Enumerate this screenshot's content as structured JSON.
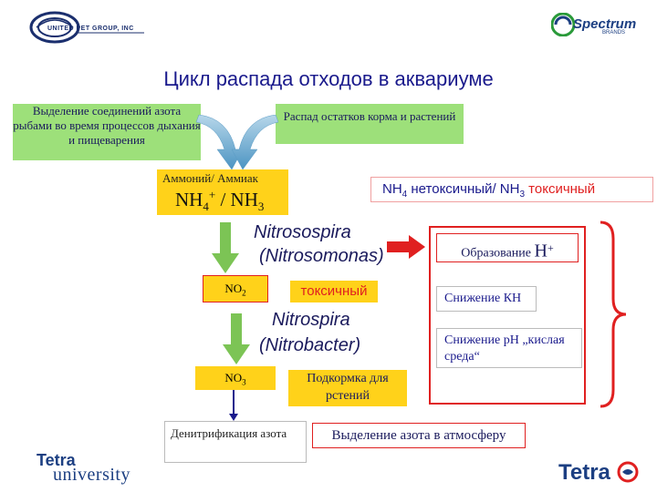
{
  "logos": {
    "top_left_text": "UNITED PET GROUP, INC",
    "top_right_name": "Spectrum",
    "top_right_sub": "BRANDS",
    "bottom_left_brand": "Tetra",
    "bottom_left_sub": "university",
    "bottom_right_brand": "Tetra"
  },
  "title": "Цикл распада отходов в аквариуме",
  "box_excretion": "Выделение соединений азота рыбами во время процессов дыхания и пищеварения",
  "box_decay": "Распад остатков корма и растений",
  "ammonium": {
    "label": "Аммоний/ Аммиак",
    "formula_nh4": "NH",
    "sub4": "4",
    "plus": "+",
    "slash": " / NH",
    "sub3": "3"
  },
  "nh4_nontoxic": {
    "nh": "NH",
    "sub4": "4",
    "text1": " нетоксичный/ NH",
    "sub3": "3",
    "text2": " токсичный"
  },
  "nitrosospira": "Nitrosospira",
  "nitrosomonas": "(Nitrosomonas)",
  "no2": {
    "base": "NO",
    "sub": "2"
  },
  "toxic_label": "токсичный",
  "nitrospira": "Nitrospira",
  "nitrobacter": "(Nitrobacter)",
  "no3": {
    "base": "NO",
    "sub": "3"
  },
  "plant_feed": "Подкормка для рстений",
  "denitrification": "Денитрификация азота",
  "nitrogen_release": "Выделение азота в атмосферу",
  "h_formation": {
    "text": "Образование ",
    "h": "H",
    "plus": "+"
  },
  "kh_drop": "Снижение КН",
  "ph_drop": "Снижение рН „кислая среда“",
  "colors": {
    "green": "#9de07a",
    "yellow": "#ffd21a",
    "red": "#e02020",
    "title": "#1a1a8c"
  }
}
